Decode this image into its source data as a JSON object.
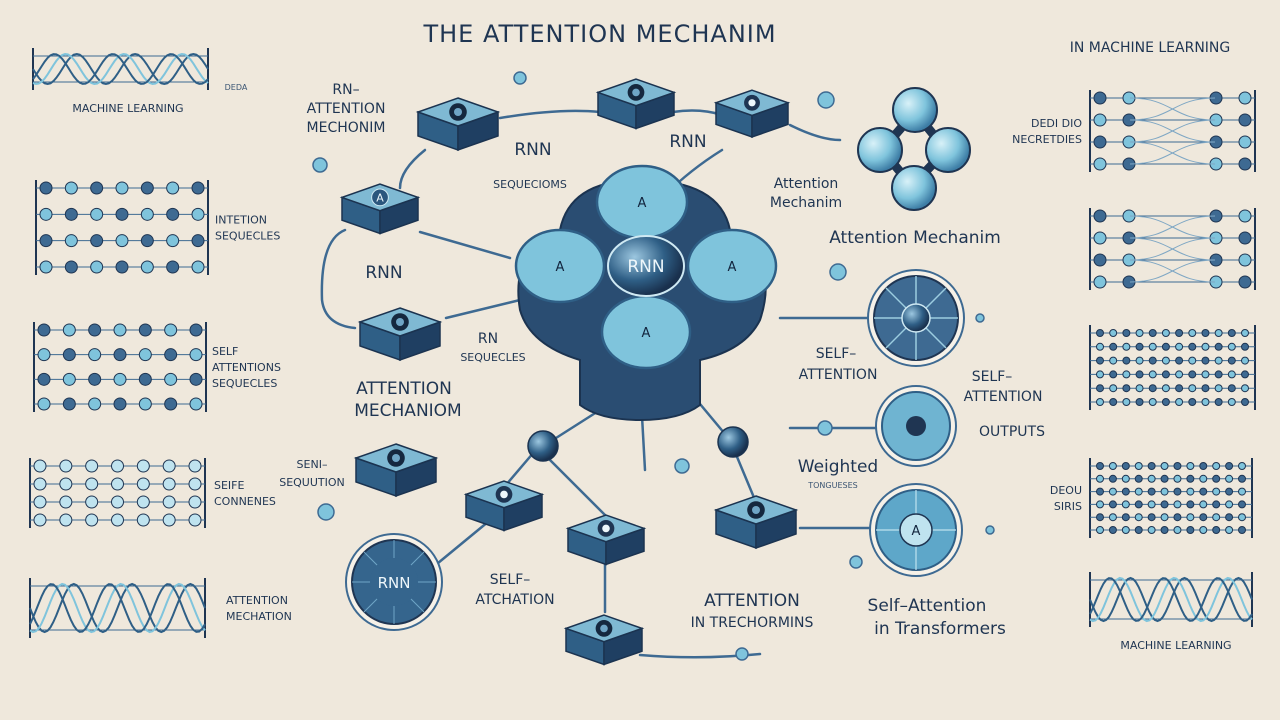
{
  "title": "THE ATTENTION MECHANIM",
  "subtitle": "IN MACHINE LEARNING",
  "left_panels": [
    {
      "label_lines": [
        "MACHINE LEARNING"
      ],
      "style": "wave"
    },
    {
      "label_lines": [
        "INTETION",
        "SEQUECLES"
      ],
      "style": "dots"
    },
    {
      "label_lines": [
        "SELF",
        "ATTENTIONS",
        "SEQUECLES"
      ],
      "style": "dots"
    },
    {
      "label_lines": [
        "SEIFE",
        "CONNENES"
      ],
      "style": "ring"
    },
    {
      "label_lines": [
        "ATTENTION",
        "MECHATION"
      ],
      "style": "wave"
    }
  ],
  "right_panels": [
    {
      "label_lines": [
        "DEDI DIO",
        "NECRETDIES"
      ],
      "style": "weave"
    },
    {
      "label_lines": [],
      "style": "weave"
    },
    {
      "label_lines": [],
      "style": "dense"
    },
    {
      "label_lines": [
        "DEOU",
        "SIRIS"
      ],
      "style": "dense"
    },
    {
      "label_lines": [
        "MACHINE LEARNING"
      ],
      "style": "wave"
    }
  ],
  "center_hub": {
    "label": "RNN",
    "petal_labels": [
      "A",
      "A",
      "A",
      "A"
    ]
  },
  "nodes": {
    "small_a_left": "A",
    "rnn_circle": "RNN",
    "dial_bottom": "A"
  },
  "labels": {
    "rn_attention": [
      "RN–",
      "ATTENTION",
      "MECHONIM"
    ],
    "rnn_top": "RNN",
    "rnn_left": "RNN",
    "sequecioms": "SEQUECIOMS",
    "attention_mechanism_top": [
      "Attention",
      "Mechanim"
    ],
    "attention_mechanism_right": "Attention Mechanim",
    "rn_seqecles": [
      "RN",
      "SEQUECLES"
    ],
    "attention_mechaniom": [
      "ATTENTION",
      "MECHANIOM"
    ],
    "self_attention_center": [
      "SELF–",
      "ATTENTION"
    ],
    "self_attention_right": [
      "SELF–",
      "ATTENTION"
    ],
    "outputs": "OUTPUTS",
    "weighted": [
      "Weighted",
      "TONGUESES"
    ],
    "seni_seqution": [
      "SENI–",
      "SEQUUTION"
    ],
    "self_atchation": [
      "SELF–",
      "ATCHATION"
    ],
    "attention_trechormins": [
      "ATTENTION",
      "IN TRECHORMINS"
    ],
    "self_attention_transformers": [
      "Self–Attention",
      "in Transformers"
    ],
    "left_tiny_label": "DEDA"
  },
  "colors": {
    "background": "#efe8dc",
    "navy": "#1f3552",
    "steel": "#3e6a92",
    "sky": "#7fc4dc",
    "pale": "#bfe3ef"
  }
}
